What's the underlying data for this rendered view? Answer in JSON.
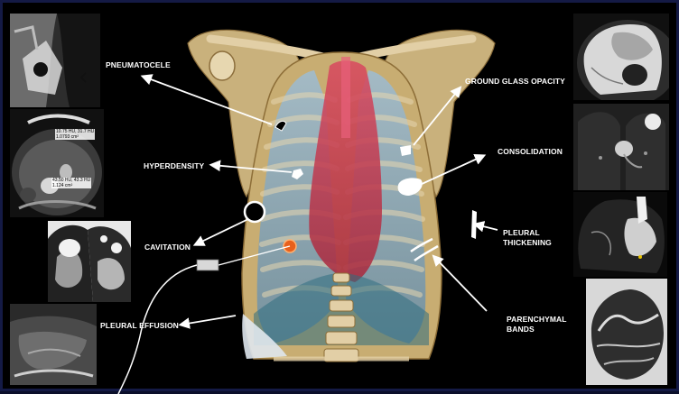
{
  "labels": {
    "pneumatocele": "PNEUMATOCELE",
    "hyperdensity": "HYPERDENSITY",
    "cavitation": "CAVITATION",
    "pleural_effusion": "PLEURAL EFFUSION",
    "ground_glass_opacity": "GROUND GLASS OPACITY",
    "consolidation": "CONSOLIDATION",
    "pleural_thickening_line1": "PLEURAL",
    "pleural_thickening_line2": "THICKENING",
    "parenchymal_bands_line1": "PARENCHYMAL",
    "parenchymal_bands_line2": "BANDS"
  },
  "ct_measurements": {
    "box1_line1": "10.75 HU, 31.7 HU",
    "box1_line2": "1.0793 cm²",
    "box2_line1": "43.50 HU, 43.3 HU",
    "box2_line2": "1.124 cm²"
  },
  "colors": {
    "background": "#000000",
    "frame": "#141a45",
    "label_text": "#ffffff",
    "arrow": "#ffffff",
    "bone": "#e2cfa6",
    "lung": "#8fb0c4",
    "mediastinum": "#c9435a",
    "cavitation_lesion": "#e8601c"
  }
}
